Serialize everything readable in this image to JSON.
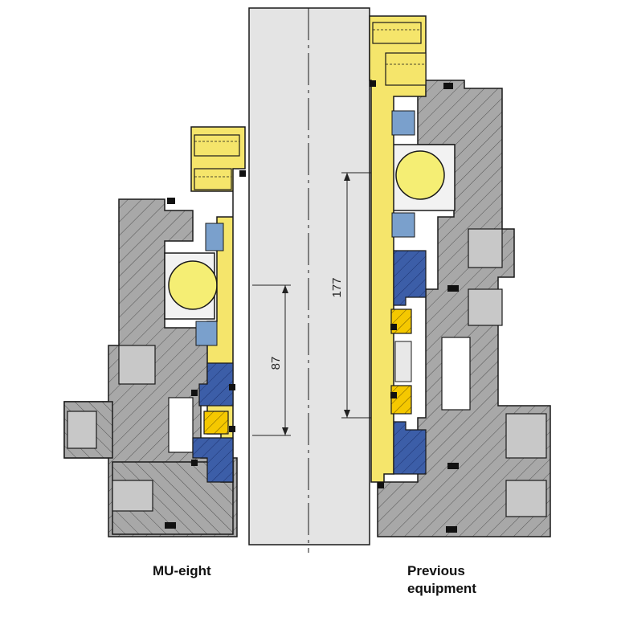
{
  "captions": {
    "left": "MU-eight",
    "right_line1": "Previous",
    "right_line2": "equipment"
  },
  "dimensions": {
    "left": "87",
    "right": "177"
  },
  "colors": {
    "housing": "#a8a8a8",
    "sleeve": "#f5e56b",
    "bearing_ball": "#f5ee74",
    "seal_blue": "#3c5ea8",
    "light_blue": "#7aa0cc",
    "orange_ring": "#f0a820",
    "shaft": "#e4e4e4",
    "outline": "#1a1a1a"
  }
}
